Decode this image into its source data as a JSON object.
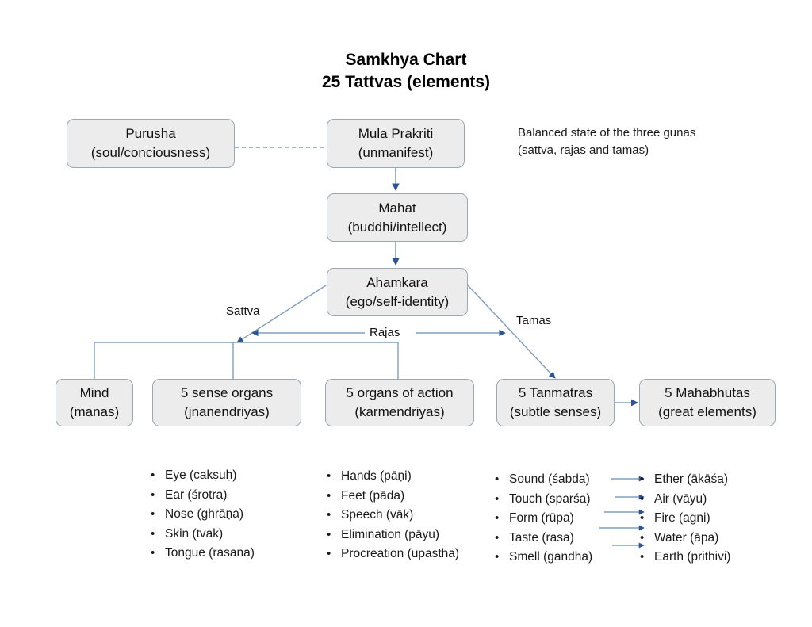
{
  "title": {
    "line1": "Samkhya Chart",
    "line2": "25 Tattvas (elements)"
  },
  "nodes": {
    "purusha": {
      "line1": "Purusha",
      "line2": "(soul/conciousness)"
    },
    "mula_prakriti": {
      "line1": "Mula Prakriti",
      "line2": "(unmanifest)"
    },
    "mahat": {
      "line1": "Mahat",
      "line2": "(buddhi/intellect)"
    },
    "ahamkara": {
      "line1": "Ahamkara",
      "line2": "(ego/self-identity)"
    },
    "mind": {
      "line1": "Mind",
      "line2": "(manas)"
    },
    "sense_organs": {
      "line1": "5 sense organs",
      "line2": "(jnanendriyas)"
    },
    "organs_action": {
      "line1": "5 organs of action",
      "line2": "(karmendriyas)"
    },
    "tanmatras": {
      "line1": "5 Tanmatras",
      "line2": "(subtle senses)"
    },
    "mahabhutas": {
      "line1": "5 Mahabhutas",
      "line2": "(great elements)"
    }
  },
  "note": {
    "line1": "Balanced state of the three gunas",
    "line2": "(sattva, rajas and tamas)"
  },
  "edge_labels": {
    "sattva": "Sattva",
    "rajas": "Rajas",
    "tamas": "Tamas"
  },
  "lists": {
    "sense_organs": [
      "Eye (cakṣuḥ)",
      "Ear (śrotra)",
      "Nose (ghrāṇa)",
      "Skin (tvak)",
      "Tongue (rasana)"
    ],
    "organs_of_action": [
      "Hands (pāṇi)",
      "Feet (pāda)",
      "Speech (vāk)",
      "Elimination (pāyu)",
      "Procreation (upastha)"
    ],
    "tanmatras": [
      "Sound (śabda)",
      "Touch (sparśa)",
      "Form (rūpa)",
      "Taste (rasa)",
      "Smell (gandha)"
    ],
    "mahabhutas": [
      "Ether (ākāśa)",
      "Air (vāyu)",
      "Fire (agni)",
      "Water (āpa)",
      "Earth (prithivi)"
    ]
  },
  "colors": {
    "node_fill": "#ececec",
    "node_border": "#9aa7b4",
    "connector": "#7f9fbe",
    "arrowhead": "#2f5496",
    "text": "#1a1a1a"
  }
}
